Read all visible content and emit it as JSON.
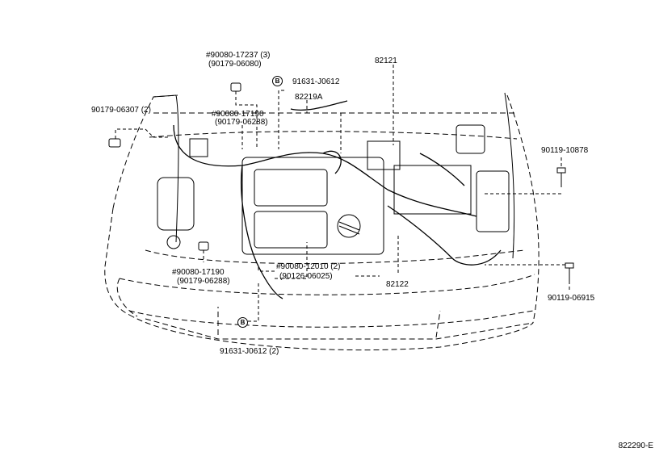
{
  "labels": {
    "p1a": "#90080-17237 (3)",
    "p1b": "(90179-06080)",
    "p2": "91631-J0612",
    "p3": "82219A",
    "p4": "82121",
    "p5": "90179-06307 (2)",
    "p6a": "#90080-17190",
    "p6b": "(90179-06288)",
    "p7": "90119-10878",
    "p8a": "#90080-17190",
    "p8b": "(90179-06288)",
    "p9a": "#90080-12010 (2)",
    "p9b": "(90126-06025)",
    "p10": "82122",
    "p11": "90119-06915",
    "p12": "91631-J0612 (2)",
    "badge": "B",
    "figure_id": "822290-E"
  }
}
